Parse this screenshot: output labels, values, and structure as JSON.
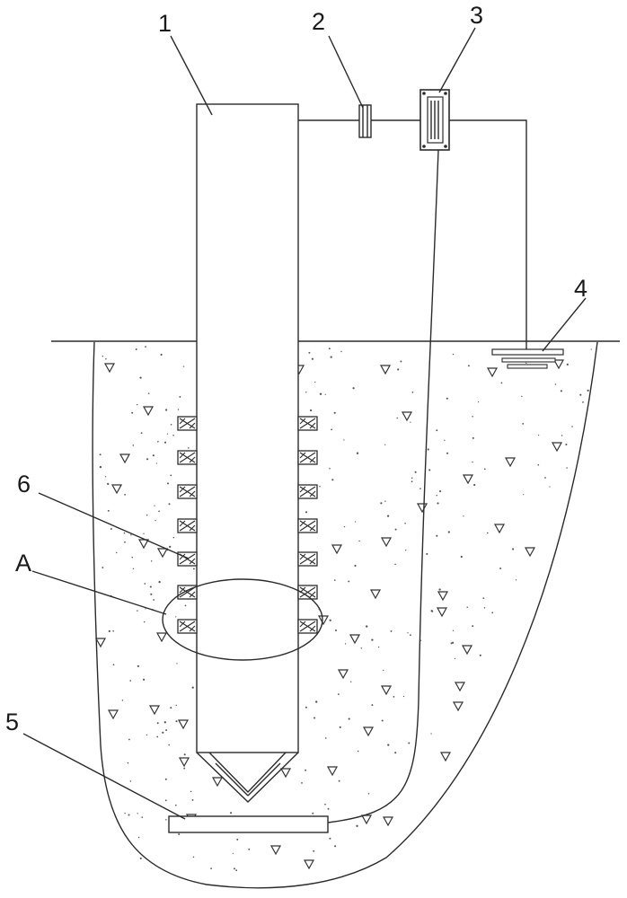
{
  "labels": {
    "l1": "1",
    "l2": "2",
    "l3": "3",
    "l4": "4",
    "l5": "5",
    "l6": "6",
    "lA": "A"
  },
  "colors": {
    "stroke": "#2b2b2b",
    "background": "#ffffff"
  }
}
